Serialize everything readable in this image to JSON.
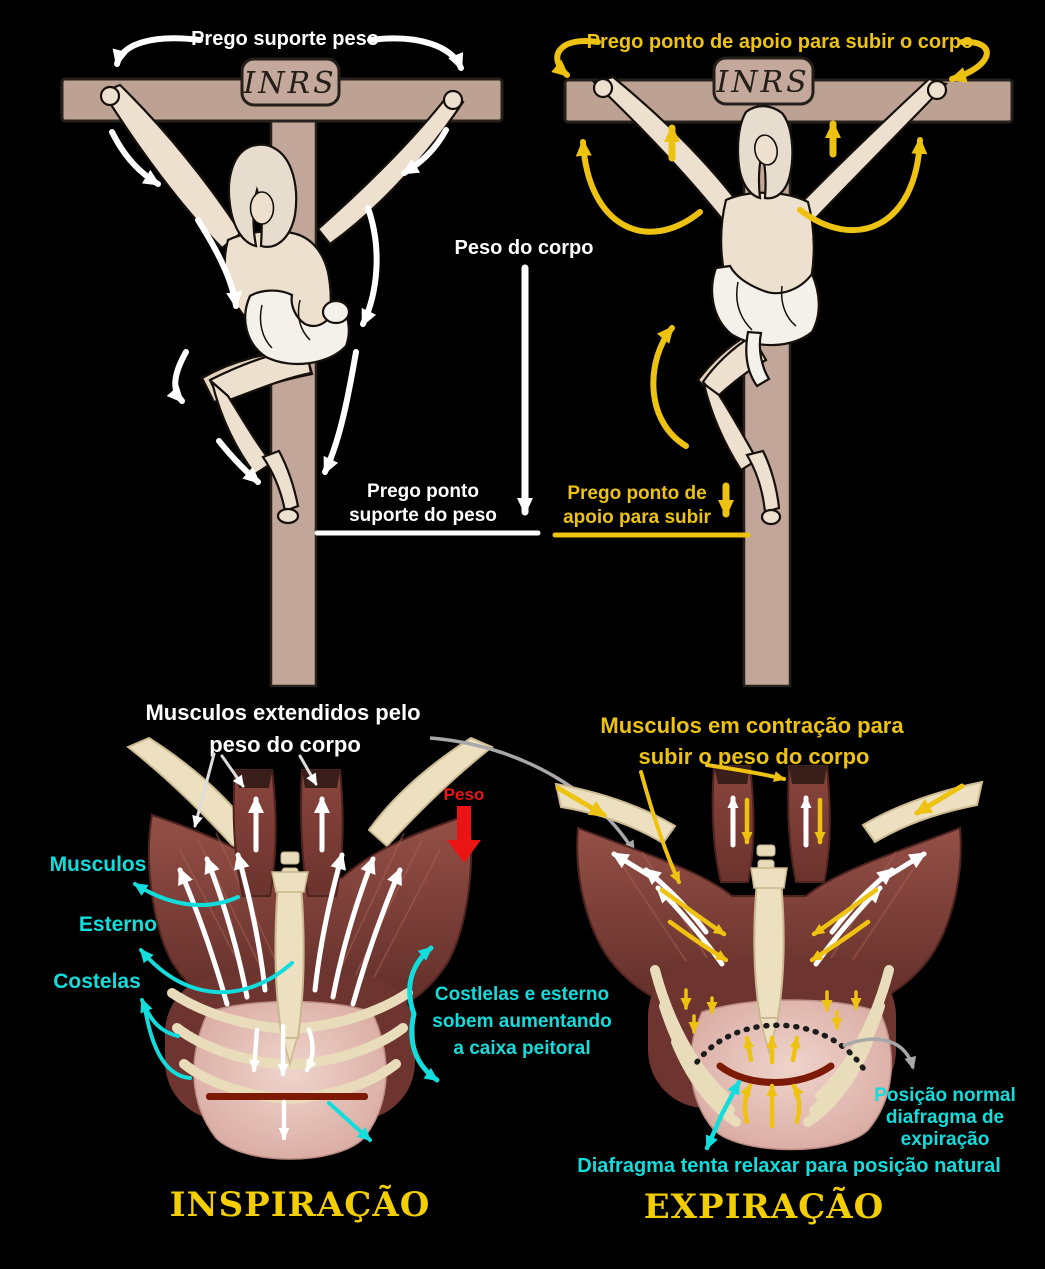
{
  "colors": {
    "background": "#000000",
    "yellow": "#edc211",
    "title_yellow": "#f2ce00",
    "cyan": "#12dcdc",
    "red": "#ea1414",
    "white": "#ffffff",
    "gray_arrow": "#a8a8a8",
    "cross_wood": "#bda294",
    "skin": "#eee0ce",
    "muscle": "#7c3a33",
    "bone": "#ece0c0",
    "diaphragm": "#dcaca6",
    "diaphragm_line": "#7c1a06"
  },
  "top": {
    "sign_text": "INRS",
    "left_cross_label": "Prego suporte peso",
    "right_cross_label": "Prego ponto de apoio para subir o corpo",
    "body_weight_label": "Peso do corpo",
    "left_nail_label_line1": "Prego ponto",
    "left_nail_label_line2": "suporte do peso",
    "right_nail_label_line1": "Prego ponto de",
    "right_nail_label_line2": "apoio para subir"
  },
  "inspiration": {
    "title": "INSPIRAÇÃO",
    "muscle_label_line1": "Musculos extendidos pelo",
    "muscle_label_line2": "peso do corpo",
    "muscles_label": "Musculos",
    "sternum_label": "Esterno",
    "ribs_label": "Costelas",
    "weight_label": "Peso",
    "expansion_label_line1": "Costlelas e esterno",
    "expansion_label_line2": "sobem aumentando",
    "expansion_label_line3": "a caixa peitoral"
  },
  "expiration": {
    "title": "EXPIRAÇÃO",
    "muscle_label_line1": "Musculos em contração para",
    "muscle_label_line2": "subir o peso do corpo",
    "normal_diaphragm_line1": "Posição normal",
    "normal_diaphragm_line2": "diafragma de",
    "normal_diaphragm_line3": "expiração",
    "relax_label": "Diafragma tenta relaxar para posição natural"
  }
}
